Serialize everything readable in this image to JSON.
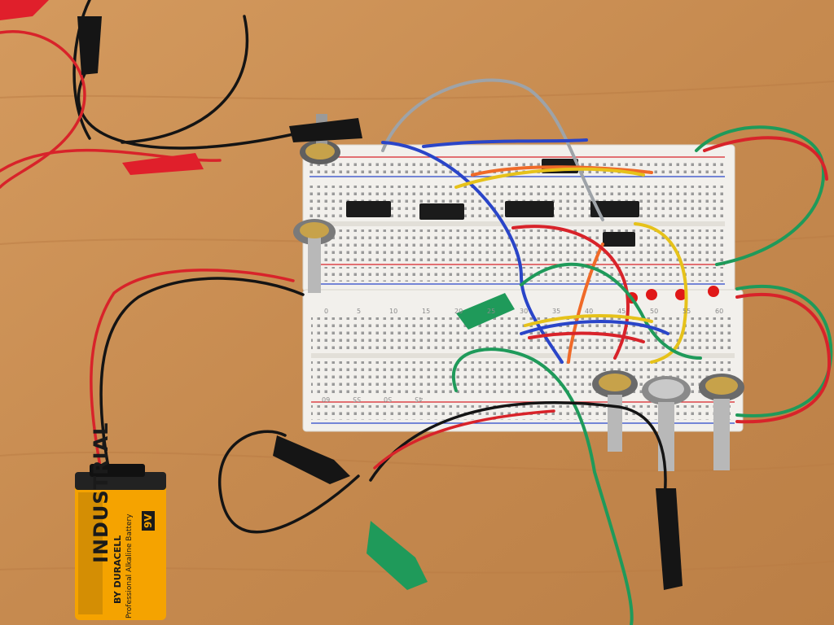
{
  "battery": {
    "brand": "INDUSTRIAL",
    "maker": "BY DURACELL",
    "description": "Professional Alkaline Battery",
    "voltage": "9V"
  },
  "breadboard_top_numbers": [
    "0",
    "5",
    "10",
    "15",
    "20",
    "25",
    "30",
    "35",
    "40",
    "45",
    "50",
    "55",
    "60"
  ],
  "breadboard_bottom_numbers": [
    "60",
    "55",
    "50",
    "45"
  ],
  "colors": {
    "table": "#c98f55",
    "breadboard": "#f2f0ec",
    "wire_red": "#d8232a",
    "wire_black": "#141414",
    "wire_green": "#1f9a5a",
    "wire_blue": "#2a45c8",
    "wire_yellow": "#e6c21a",
    "wire_orange": "#f06a28",
    "wire_gray": "#9ea3a8",
    "battery_orange": "#f5a300"
  }
}
